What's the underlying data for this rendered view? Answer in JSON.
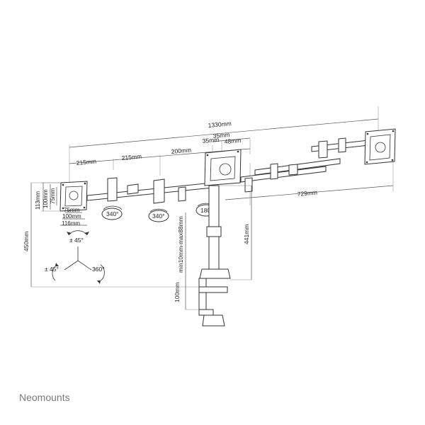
{
  "dimensions": {
    "total_width": "1330mm",
    "segment_1": "215mm",
    "segment_2": "215mm",
    "segment_3": "200mm",
    "center_offset_a": "35mm",
    "center_offset_b": "35mm",
    "center_offset_c": "48mm",
    "right_reach": "729mm",
    "total_height": "450mm",
    "pole_height": "441mm",
    "clamp_range": "min10mm-max88mm",
    "clamp_depth": "100mm"
  },
  "vesa": {
    "heights": [
      "113mm",
      "100mm",
      "75mm"
    ],
    "widths": [
      "75mm",
      "100mm",
      "116mm"
    ]
  },
  "rotations": {
    "joint_left": "340°",
    "joint_mid": "340°",
    "joint_center": "180°",
    "tilt_up": "± 45°",
    "tilt_side": "± 45°",
    "rotate": "360°"
  },
  "brand": "Neomounts"
}
